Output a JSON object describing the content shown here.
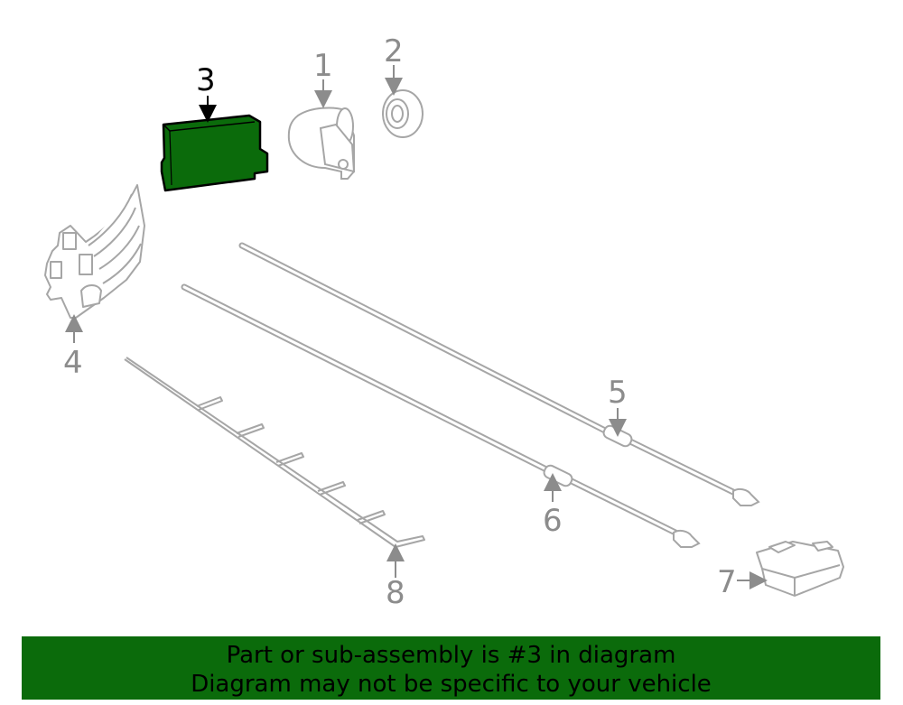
{
  "colors": {
    "highlight_fill": "#0b6b0b",
    "line_gray": "#a6a6a6",
    "callout_gray": "#8c8c8c",
    "banner_bg": "#0b6b0b",
    "banner_text": "#000000"
  },
  "callouts": [
    {
      "number": "1"
    },
    {
      "number": "2"
    },
    {
      "number": "3",
      "highlighted": true
    },
    {
      "number": "4"
    },
    {
      "number": "5"
    },
    {
      "number": "6"
    },
    {
      "number": "7"
    },
    {
      "number": "8"
    }
  ],
  "banner": {
    "line1": "Part or sub-assembly is #3 in diagram",
    "line2": "Diagram may not be specific to your vehicle"
  }
}
